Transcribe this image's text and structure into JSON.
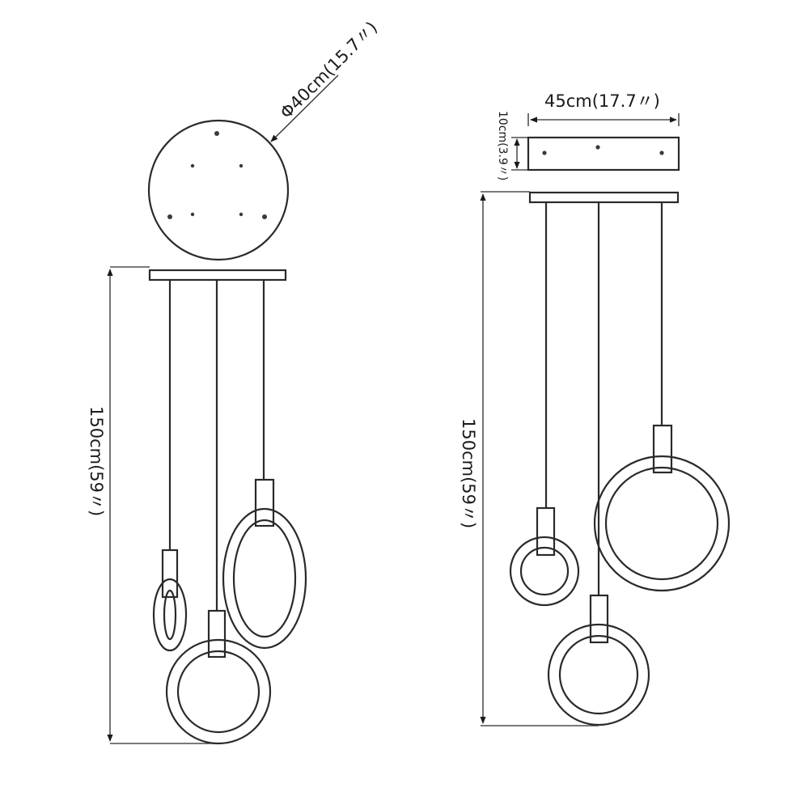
{
  "left_view": {
    "diameter_label": "Φ40cm(15.7〃)",
    "height_label": "150cm(59〃)"
  },
  "right_view": {
    "width_label": "45cm(17.7〃)",
    "canopy_height_label": "10cm(3.9〃)",
    "height_label": "150cm(59〃)"
  },
  "colors": {
    "line": "#2a2a2a",
    "background": "#ffffff"
  }
}
